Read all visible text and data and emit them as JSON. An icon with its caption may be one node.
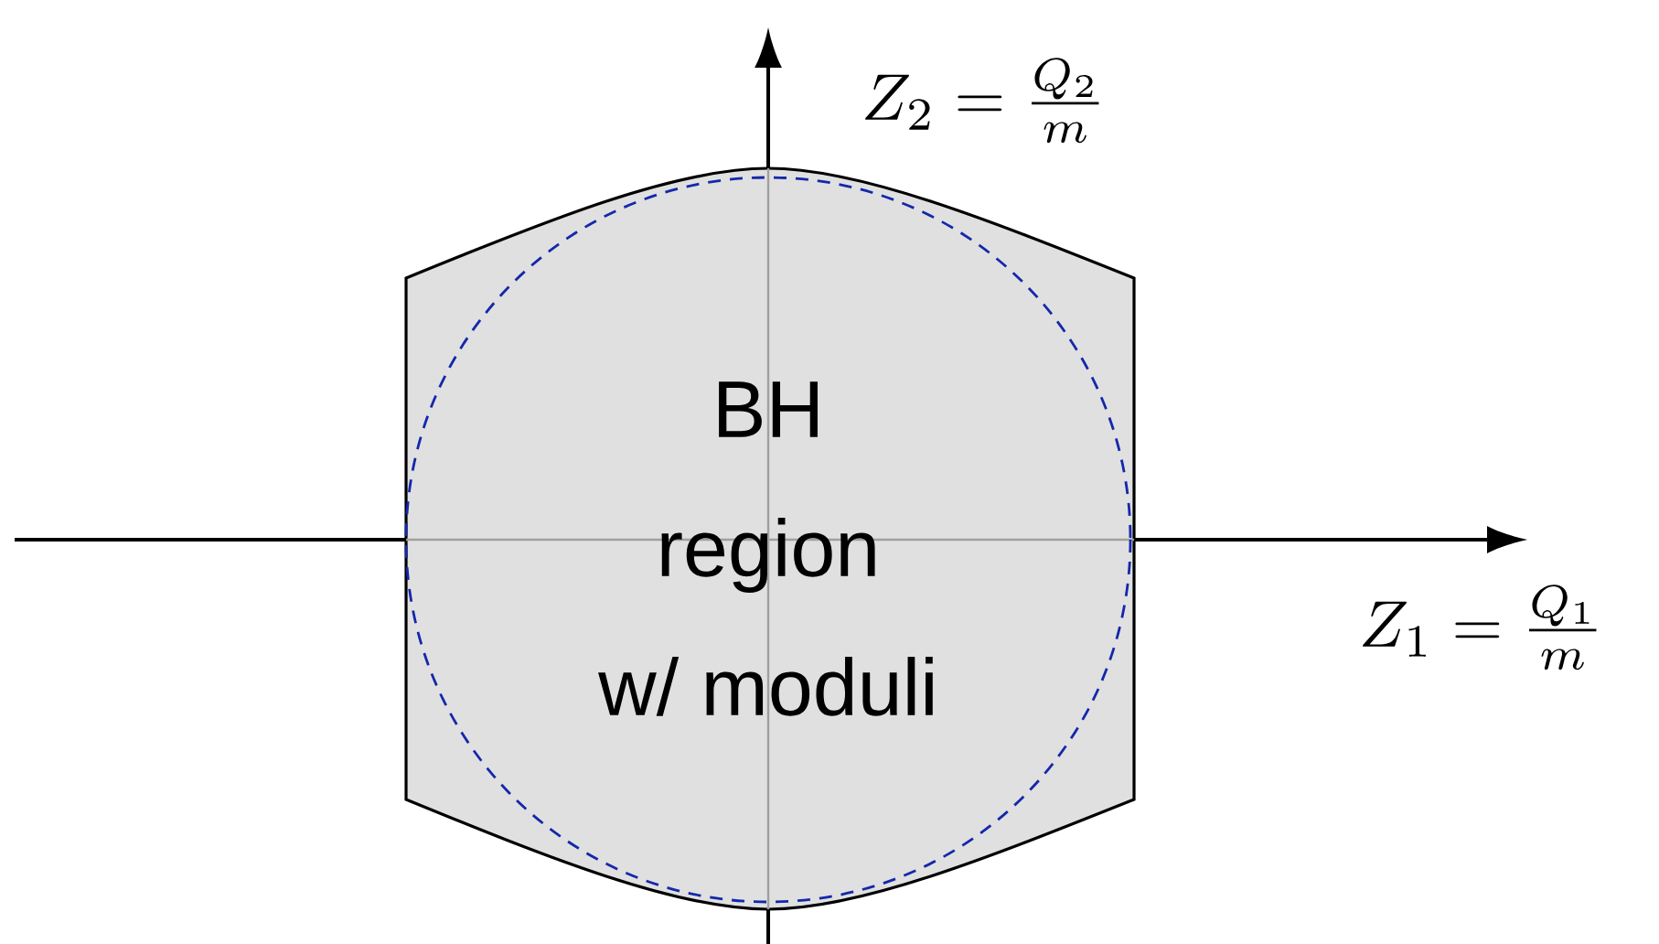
{
  "diagram": {
    "nodes": [
      {
        "text": [
          "BH region w/ moduli"
        ]
      }
    ],
    "labels": [
      "Z_2 = \\frac{Q_2}{m}",
      "Z_1 = \\frac{Q_1}{m}"
    ]
  }
}
